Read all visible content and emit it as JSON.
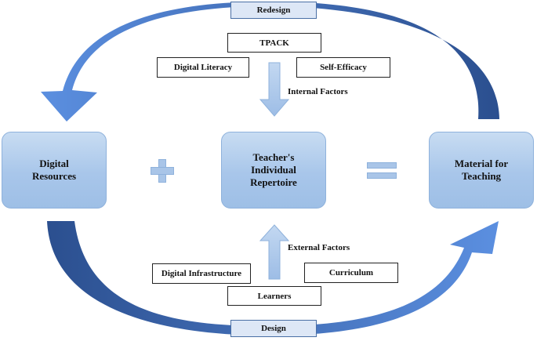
{
  "cycle": {
    "top_label": "Redesign",
    "bottom_label": "Design"
  },
  "nodes": {
    "left": "Digital Resources",
    "center": "Teacher's Individual Repertoire",
    "right": "Material for Teaching"
  },
  "internal": {
    "heading": "Internal Factors",
    "items": [
      "TPACK",
      "Digital Literacy",
      "Self-Efficacy"
    ]
  },
  "external": {
    "heading": "External Factors",
    "items": [
      "Digital Infrastructure",
      "Curriculum",
      "Learners"
    ]
  },
  "colors": {
    "arrow_dark": "#2f5597",
    "arrow_light": "#4a7fd4",
    "node_fill": "#a8c6ea",
    "operator_fill": "#a9c5e8"
  }
}
